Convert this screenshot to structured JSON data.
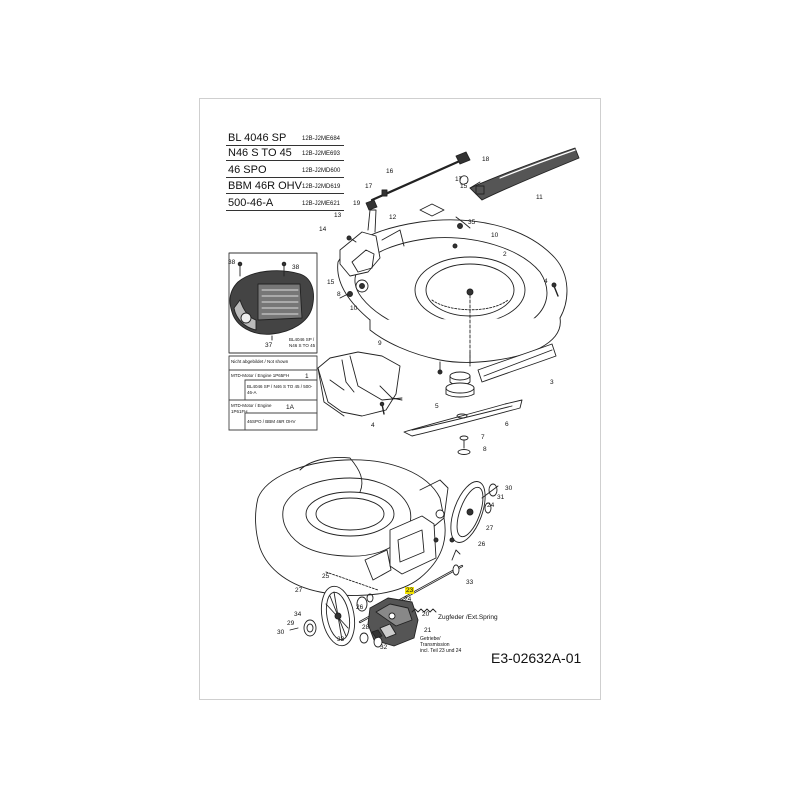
{
  "models": [
    {
      "name": "BL 4046 SP",
      "code": "12B-J2ME684"
    },
    {
      "name": "N46 S TO 45",
      "code": "12B-J2ME693"
    },
    {
      "name": "46 SPO",
      "code": "12B-J2MD600"
    },
    {
      "name": "BBM 46R OHV",
      "code": "12B-J2MD619"
    },
    {
      "name": "500-46-A",
      "code": "12B-J2ME621"
    }
  ],
  "notes": {
    "not_shown": "Nicht abgebildet / Not shown",
    "engine1_label": "MTD-Motor / Engine 1P65FH",
    "engine1_num": "1",
    "engine1_models": "BL4046 SP / N46 S TO 45 / 500-46-A",
    "engine2_label": "MTD-Motor / Engine 1P61FH",
    "engine2_num": "1A",
    "engine2_models": "46SPO / BBM 46R OHV",
    "cover_models": "BL4046 SP / N46 S TO 45",
    "spring": "Zugfeder /Ext.Spring",
    "gearbox_1": "Getriebe/",
    "gearbox_2": "Transmission",
    "gearbox_3": "incl. Teil 23 und 24"
  },
  "callouts": {
    "n18": "18",
    "n17a": "17",
    "n16": "16",
    "n17b": "17",
    "n15a": "15",
    "n11": "11",
    "n19": "19",
    "n12": "12",
    "n13": "13",
    "n35": "35",
    "n14": "14",
    "n10a": "10",
    "n2": "2",
    "n38a": "38",
    "n38b": "38",
    "n15b": "15",
    "n4a": "4",
    "n8": "8",
    "n10b": "10",
    "n37": "37",
    "n9": "9",
    "n3": "3",
    "n4b": "4",
    "n5": "5",
    "n6": "6",
    "n7": "7",
    "n8b": "8",
    "n30a": "30",
    "n31": "31",
    "n24a": "24",
    "n27a": "27",
    "n26a": "26",
    "n25": "25",
    "n33a": "33",
    "n23": "23",
    "n27b": "27",
    "n24b": "24",
    "n26b": "26",
    "n20": "20",
    "n34": "34",
    "n29": "29",
    "n28": "28",
    "n30b": "30",
    "n21": "21",
    "n33b": "33",
    "n32": "32"
  },
  "doc_id": "E3-02632A-01",
  "colors": {
    "line": "#222222",
    "highlight": "#f2e200",
    "frame": "#cfcfcf"
  }
}
